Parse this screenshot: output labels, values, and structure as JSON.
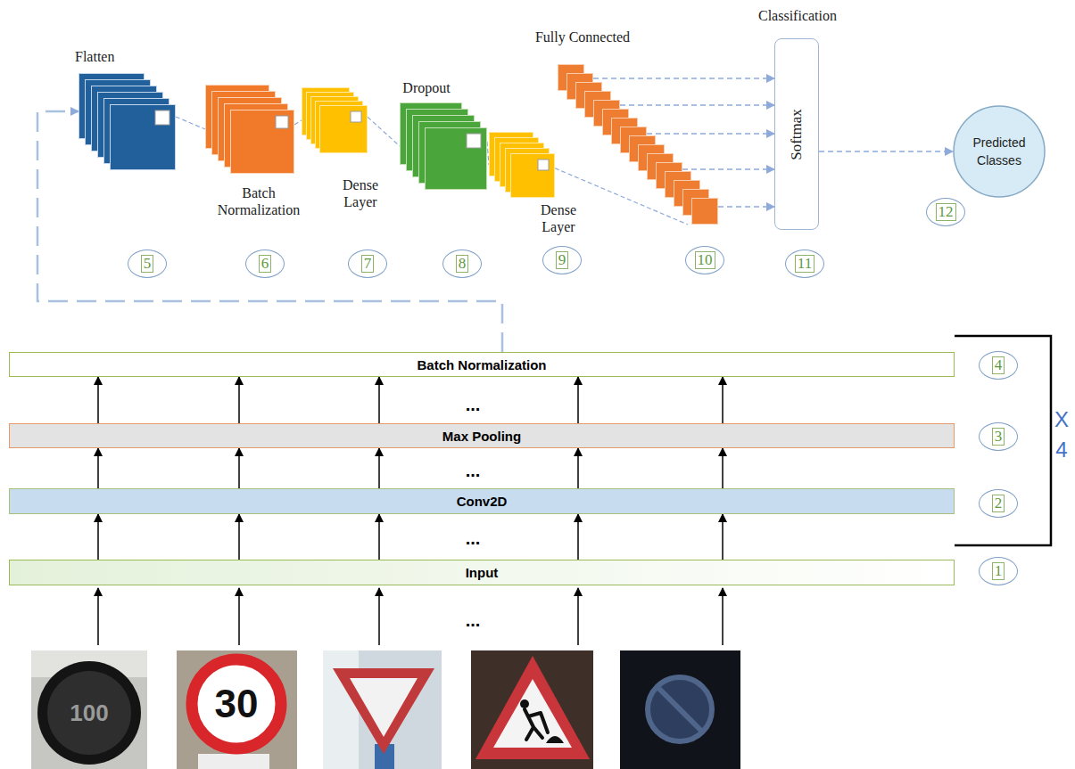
{
  "diagram": {
    "nodes": [
      {
        "text": [
          "Flatten"
        ]
      },
      {
        "text": [
          "Batch Normalization"
        ]
      },
      {
        "text": [
          "Dense Layer"
        ]
      },
      {
        "text": [
          "Dropout"
        ]
      },
      {
        "text": [
          "Dense Layer"
        ]
      },
      {
        "text": [
          "Fully Connected"
        ]
      },
      {
        "text": [
          "Classification",
          "Softmax"
        ]
      },
      {
        "text": [
          "Predicted Classes"
        ]
      },
      {
        "text": [
          "Batch Normalization"
        ]
      },
      {
        "text": [
          "Max Pooling"
        ]
      },
      {
        "text": [
          "Conv2D"
        ]
      },
      {
        "text": [
          "Input"
        ]
      }
    ],
    "edges": [
      {
        "from": 0,
        "to": 1,
        "arrow": "none"
      },
      {
        "from": 1,
        "to": 2,
        "arrow": "none"
      },
      {
        "from": 2,
        "to": 3,
        "arrow": "none"
      },
      {
        "from": 3,
        "to": 4,
        "arrow": "none"
      },
      {
        "from": 4,
        "to": 5,
        "arrow": "none"
      },
      {
        "from": 5,
        "to": 6,
        "arrow": "to"
      },
      {
        "from": 5,
        "to": 6,
        "arrow": "to"
      },
      {
        "from": 5,
        "to": 6,
        "arrow": "to"
      },
      {
        "from": 5,
        "to": 6,
        "arrow": "to"
      },
      {
        "from": 5,
        "to": 6,
        "arrow": "to"
      },
      {
        "from": 6,
        "to": 7,
        "arrow": "to"
      },
      {
        "from": 11,
        "to": 10,
        "arrow": "to"
      },
      {
        "from": 11,
        "to": 10,
        "arrow": "to"
      },
      {
        "from": 11,
        "to": 10,
        "arrow": "to"
      },
      {
        "from": 11,
        "to": 10,
        "arrow": "to"
      },
      {
        "from": 11,
        "to": 10,
        "arrow": "to"
      },
      {
        "from": 10,
        "to": 9,
        "arrow": "to"
      },
      {
        "from": 10,
        "to": 9,
        "arrow": "to"
      },
      {
        "from": 10,
        "to": 9,
        "arrow": "to"
      },
      {
        "from": 10,
        "to": 9,
        "arrow": "to"
      },
      {
        "from": 10,
        "to": 9,
        "arrow": "to"
      },
      {
        "from": 9,
        "to": 8,
        "arrow": "to"
      },
      {
        "from": 9,
        "to": 8,
        "arrow": "to"
      },
      {
        "from": 9,
        "to": 8,
        "arrow": "to"
      },
      {
        "from": 9,
        "to": 8,
        "arrow": "to"
      },
      {
        "from": 9,
        "to": 8,
        "arrow": "to"
      },
      {
        "from": 8,
        "to": 0,
        "arrow": "to"
      }
    ],
    "labels": [
      "5",
      "6",
      "7",
      "8",
      "9",
      "10",
      "11",
      "12",
      "4",
      "3",
      "2",
      "1",
      "X 4",
      "...",
      "...",
      "...",
      "...",
      "100",
      "30"
    ]
  }
}
